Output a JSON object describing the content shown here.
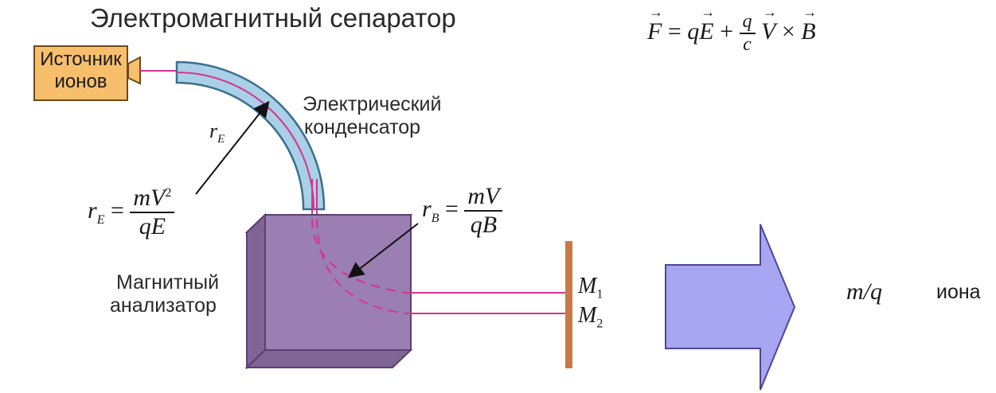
{
  "title": "Электромагнитный сепаратор",
  "source": {
    "line1": "Источник",
    "line2": "ионов"
  },
  "condenser": {
    "line1": "Электрический",
    "line2": "конденсатор"
  },
  "analyzer": {
    "line1": "Магнитный",
    "line2": "анализатор"
  },
  "formula_force": "F = qE + (q/c) V × B",
  "formula_rE": {
    "lhs": "r",
    "sub": "E",
    "num": "mV",
    "sup": "2",
    "den": "qE"
  },
  "formula_rB": {
    "lhs": "r",
    "sub": "B",
    "num": "mV",
    "den": "qB"
  },
  "label_rE": {
    "main": "r",
    "sub": "E"
  },
  "detector": {
    "m1": "M",
    "m1_sub": "1",
    "m2": "M",
    "m2_sub": "2"
  },
  "ratio": "m/q",
  "ratio_word": "иона",
  "colors": {
    "source_fill": "#f7bf6b",
    "condenser_fill": "#a9d0e6",
    "beam": "#d6338f",
    "magnet_front": "#9b7fb3",
    "magnet_side": "#7f6496",
    "magnet_top": "#b9a1cc",
    "detector": "#c77a45",
    "arrow_fill": "#a8a6f2"
  }
}
